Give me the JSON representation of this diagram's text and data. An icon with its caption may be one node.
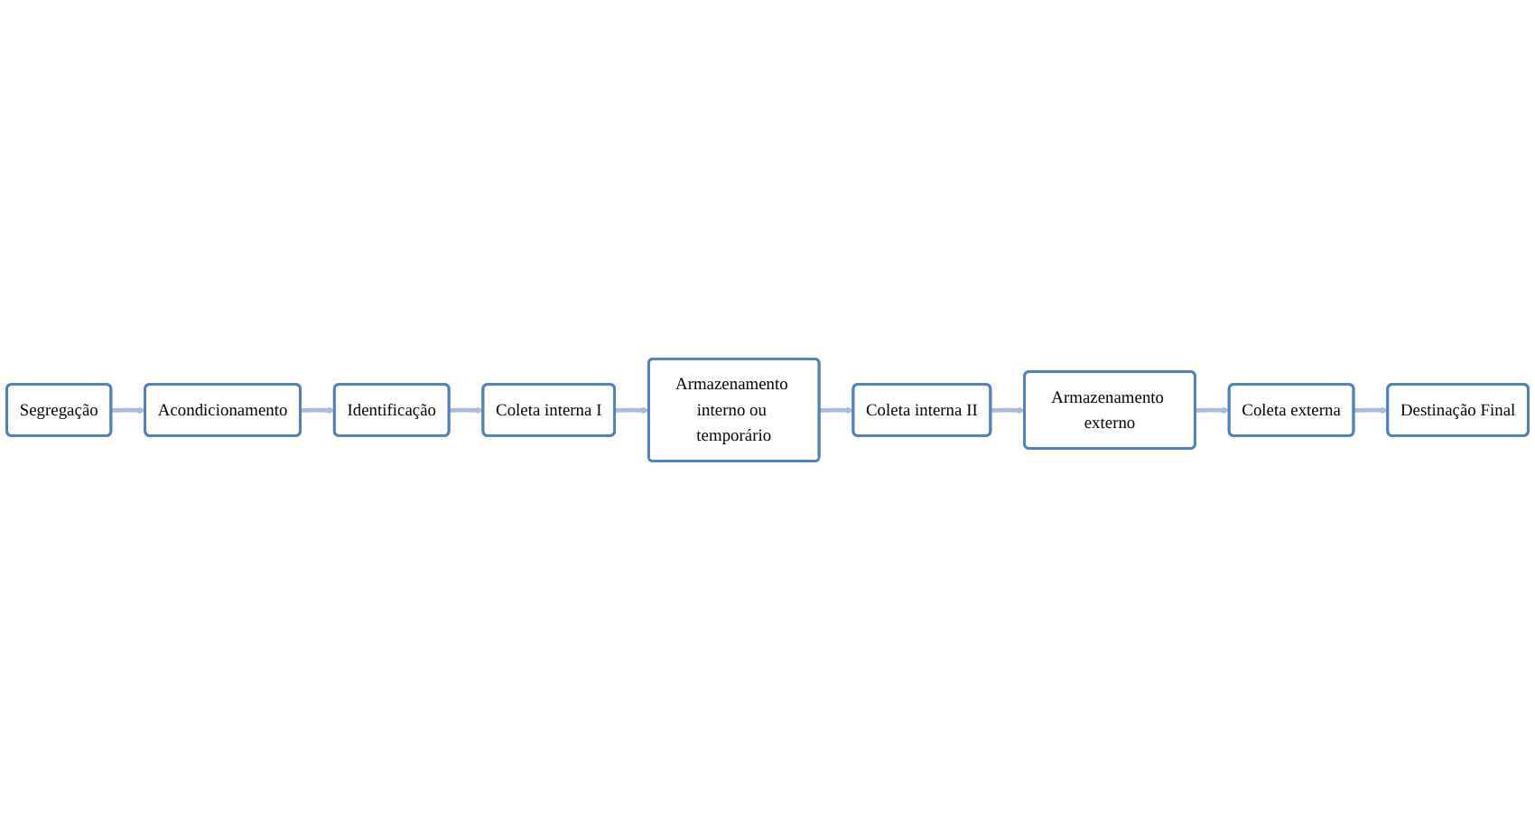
{
  "diagram": {
    "nodes": [
      {
        "text": [
          "Segregação"
        ]
      },
      {
        "text": [
          "Acondicionamento"
        ]
      },
      {
        "text": [
          "Identificação"
        ]
      },
      {
        "text": [
          "Coleta interna II"
        ]
      },
      {
        "text": [
          "Armazenamento interno ou temporário"
        ]
      },
      {
        "text": [
          "Coleta interna I"
        ]
      },
      {
        "text": [
          "Armazenamento externo"
        ]
      },
      {
        "text": [
          "Coleta externa"
        ]
      },
      {
        "text": [
          "Destinação Final"
        ]
      }
    ],
    "edges": [
      {
        "from": 0,
        "to": 1,
        "arrow": "to"
      },
      {
        "from": 1,
        "to": 2,
        "arrow": "to"
      },
      {
        "from": 2,
        "to": 5,
        "arrow": "to"
      },
      {
        "from": 5,
        "to": 4,
        "arrow": "to"
      },
      {
        "from": 4,
        "to": 3,
        "arrow": "to"
      },
      {
        "from": 3,
        "to": 6,
        "arrow": "to"
      },
      {
        "from": 6,
        "to": 7,
        "arrow": "to"
      },
      {
        "from": 7,
        "to": 8,
        "arrow": "to"
      }
    ]
  }
}
